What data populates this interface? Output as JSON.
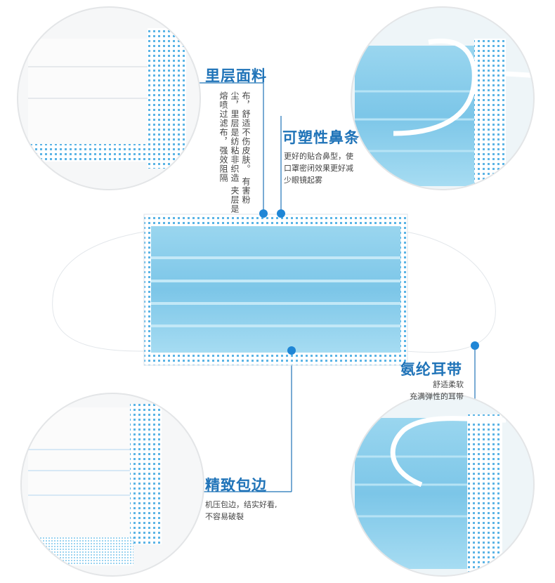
{
  "features": {
    "inner_layer": {
      "title": "里层面料",
      "desc_lines": [
        "夹层是熔喷过滤布，强效阻隔",
        "有害粉尘，里层是纺粘非织造",
        "布，舒适不伤皮肤。"
      ]
    },
    "nose_strip": {
      "title": "可塑性鼻条",
      "desc_lines": [
        "更好的贴合鼻型，使",
        "口罩密闭效果更好减",
        "少眼镜起雾"
      ]
    },
    "ear_loop": {
      "title": "氨纶耳带",
      "desc_lines": [
        "舒适柔软",
        "充满弹性的耳带"
      ]
    },
    "edge": {
      "title": "精致包边",
      "desc_lines": [
        "机压包边，结实好看,",
        "不容易破裂"
      ]
    }
  },
  "colors": {
    "accent": "#1f73b8",
    "dot": "#1f86d6",
    "mask_blue": "#8fd0ec",
    "loop": "#ffffff"
  },
  "icons": [
    "mask-photo",
    "zoom-circle"
  ]
}
